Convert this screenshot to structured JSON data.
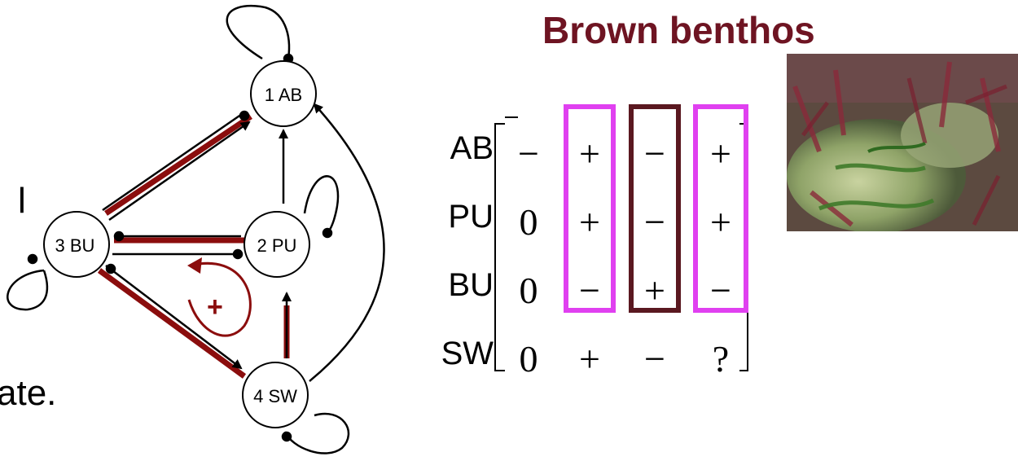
{
  "title": "Brown benthos",
  "cut_text": {
    "line1": "l",
    "line2": "ate."
  },
  "nodes": [
    {
      "id": "n1",
      "label": "1 AB"
    },
    {
      "id": "n2",
      "label": "2 PU"
    },
    {
      "id": "n3",
      "label": "3 BU"
    },
    {
      "id": "n4",
      "label": "4 SW"
    }
  ],
  "loop_sign": "+",
  "matrix": {
    "row_labels": [
      "AB",
      "PU",
      "BU",
      "SW"
    ],
    "rows": [
      [
        "−",
        "+",
        "−",
        "+"
      ],
      [
        "0",
        "+",
        "−",
        "+"
      ],
      [
        "0",
        "−",
        "+",
        "−"
      ],
      [
        "0",
        "+",
        "−",
        "?"
      ]
    ]
  },
  "colors": {
    "title": "#6e1422",
    "highlight_magenta": "#e040f0",
    "highlight_dark": "#5a1820",
    "pathway": "#8b0d0d"
  }
}
